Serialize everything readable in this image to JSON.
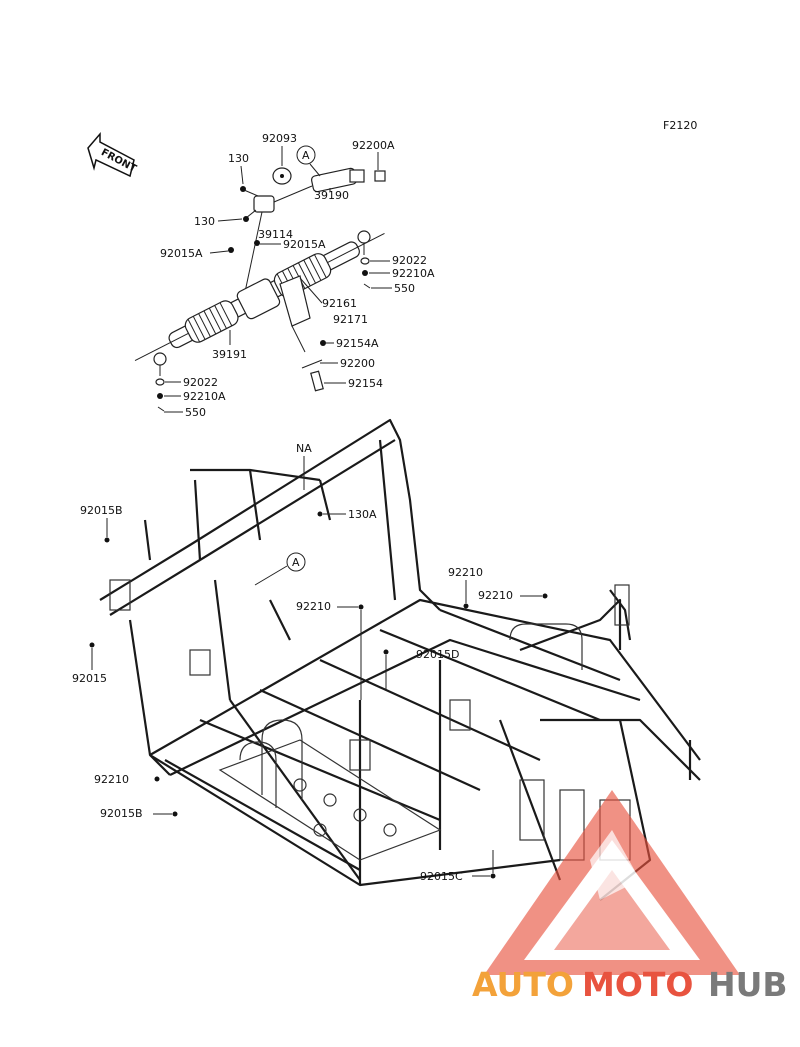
{
  "figure_code": "F2120",
  "front_label": "FRONT",
  "callouts": {
    "marker": "A",
    "upper": [
      {
        "id": "c1",
        "text": "92093"
      },
      {
        "id": "c2",
        "text": "92200A"
      },
      {
        "id": "c3",
        "text": "130"
      },
      {
        "id": "c4",
        "text": "130"
      },
      {
        "id": "c5",
        "text": "39190"
      },
      {
        "id": "c6",
        "text": "39114"
      },
      {
        "id": "c7",
        "text": "92015A"
      },
      {
        "id": "c8",
        "text": "92015A"
      },
      {
        "id": "c9",
        "text": "92022"
      },
      {
        "id": "c10",
        "text": "92210A"
      },
      {
        "id": "c11",
        "text": "550"
      },
      {
        "id": "c12",
        "text": "92161"
      },
      {
        "id": "c13",
        "text": "92171"
      },
      {
        "id": "c14",
        "text": "92154A"
      },
      {
        "id": "c15",
        "text": "39191"
      },
      {
        "id": "c16",
        "text": "92200"
      },
      {
        "id": "c17",
        "text": "92154"
      },
      {
        "id": "c18",
        "text": "92022"
      },
      {
        "id": "c19",
        "text": "92210A"
      },
      {
        "id": "c20",
        "text": "550"
      }
    ],
    "lower": [
      {
        "id": "d1",
        "text": "NA"
      },
      {
        "id": "d2",
        "text": "92015B"
      },
      {
        "id": "d3",
        "text": "130A"
      },
      {
        "id": "d4",
        "text": "92210"
      },
      {
        "id": "d5",
        "text": "92210"
      },
      {
        "id": "d6",
        "text": "92210"
      },
      {
        "id": "d7",
        "text": "92015D"
      },
      {
        "id": "d8",
        "text": "92015"
      },
      {
        "id": "d9",
        "text": "92210"
      },
      {
        "id": "d10",
        "text": "92015B"
      },
      {
        "id": "d11",
        "text": "92015C"
      }
    ]
  },
  "watermark": {
    "part1": "AUTO",
    "part2": "MOTO",
    "part3": "HUB",
    "colors": {
      "orange": "#f3a23a",
      "red": "#e8533f",
      "gray": "#7a7a7a"
    }
  }
}
